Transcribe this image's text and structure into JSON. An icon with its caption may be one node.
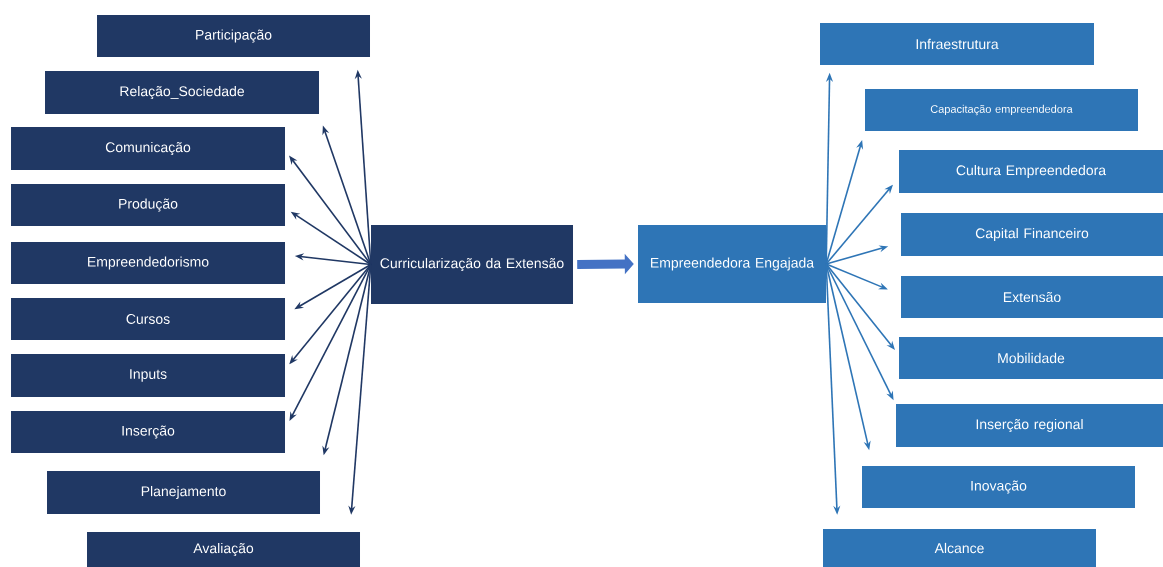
{
  "diagram": {
    "nodes": [
      {
        "text": [
          "Participação"
        ]
      },
      {
        "text": [
          "Relação_Sociedade"
        ]
      },
      {
        "text": [
          "Comunicação"
        ]
      },
      {
        "text": [
          "Produção"
        ]
      },
      {
        "text": [
          "Empreendedorismo"
        ]
      },
      {
        "text": [
          "Cursos"
        ]
      },
      {
        "text": [
          "Inputs"
        ]
      },
      {
        "text": [
          "Inserção"
        ]
      },
      {
        "text": [
          "Planejamento"
        ]
      },
      {
        "text": [
          "Avaliação"
        ]
      },
      {
        "text": [
          "Curricularização da Extensão"
        ]
      },
      {
        "text": [
          "Empreendedora Engajada"
        ]
      },
      {
        "text": [
          "Infraestrutura"
        ]
      },
      {
        "text": [
          "Capacitação empreendedora"
        ]
      },
      {
        "text": [
          "Cultura Empreendedora"
        ]
      },
      {
        "text": [
          "Capital Financeiro"
        ]
      },
      {
        "text": [
          "Extensão"
        ]
      },
      {
        "text": [
          "Mobilidade"
        ]
      },
      {
        "text": [
          "Inserção regional"
        ]
      },
      {
        "text": [
          "Inovação"
        ]
      },
      {
        "text": [
          "Alcance"
        ]
      }
    ],
    "edges": [
      {
        "from": 10,
        "to": 0,
        "arrow": "to"
      },
      {
        "from": 10,
        "to": 1,
        "arrow": "to"
      },
      {
        "from": 10,
        "to": 2,
        "arrow": "to"
      },
      {
        "from": 10,
        "to": 3,
        "arrow": "to"
      },
      {
        "from": 10,
        "to": 4,
        "arrow": "to"
      },
      {
        "from": 10,
        "to": 5,
        "arrow": "to"
      },
      {
        "from": 10,
        "to": 6,
        "arrow": "to"
      },
      {
        "from": 10,
        "to": 7,
        "arrow": "to"
      },
      {
        "from": 10,
        "to": 8,
        "arrow": "to"
      },
      {
        "from": 10,
        "to": 9,
        "arrow": "to"
      },
      {
        "from": 10,
        "to": 11,
        "arrow": "to",
        "style": "thick",
        "color": "#4472c4"
      },
      {
        "from": 11,
        "to": 12,
        "arrow": "to",
        "color": "#2e75b6"
      },
      {
        "from": 11,
        "to": 13,
        "arrow": "to",
        "color": "#2e75b6"
      },
      {
        "from": 11,
        "to": 14,
        "arrow": "to",
        "color": "#2e75b6"
      },
      {
        "from": 11,
        "to": 15,
        "arrow": "to",
        "color": "#2e75b6"
      },
      {
        "from": 11,
        "to": 16,
        "arrow": "to",
        "color": "#2e75b6"
      },
      {
        "from": 11,
        "to": 17,
        "arrow": "to",
        "color": "#2e75b6"
      },
      {
        "from": 11,
        "to": 18,
        "arrow": "to",
        "color": "#2e75b6"
      },
      {
        "from": 11,
        "to": 19,
        "arrow": "to",
        "color": "#2e75b6"
      },
      {
        "from": 11,
        "to": 20,
        "arrow": "to",
        "color": "#2e75b6"
      }
    ]
  }
}
